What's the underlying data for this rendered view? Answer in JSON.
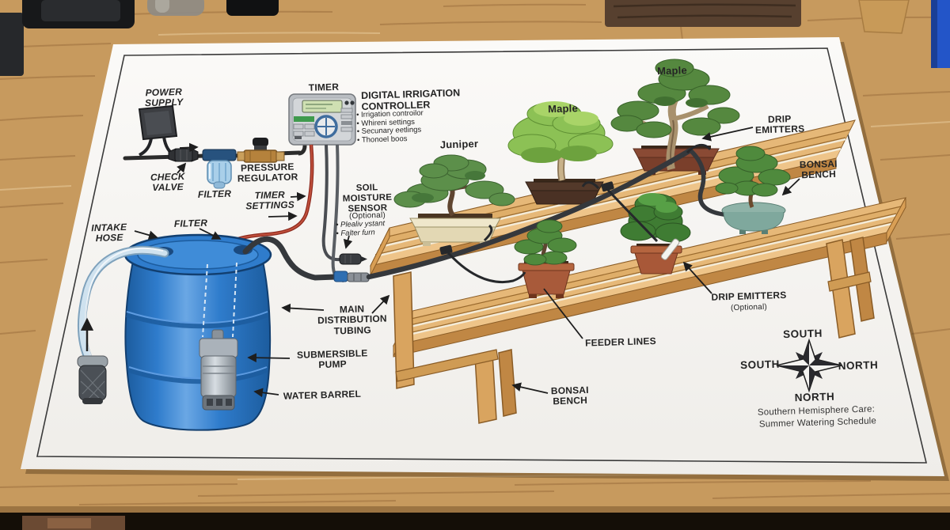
{
  "poster": {
    "system": {
      "power_supply": "POWER SUPPLY",
      "check_valve": "CHECK VALVE",
      "filter_inline": "FILTER",
      "pressure_regulator": "PRESSURE REGULATOR",
      "timer": "TIMER",
      "timer_settings": "TIMER SETTINGS",
      "controller_title": "DIGITAL IRRIGATION CONTROLLER",
      "controller_bullets": [
        "Irrigation controilor",
        "Whireni settings",
        "Secunary eetlings",
        "Thonoel boos"
      ],
      "soil_sensor_title": "SOIL MOISTURE SENSOR",
      "soil_sensor_optional": "(Optional)",
      "soil_sensor_bullets": [
        "Plealiv ystant",
        "Falter furn"
      ],
      "intake_hose": "INTAKE HOSE",
      "filter_barrel": "FILTER",
      "main_distribution_tubing": "MAIN DISTRIBUTION TUBING",
      "submersible_pump": "SUBMERSIBLE PUMP",
      "water_barrel": "WATER BARREL",
      "feeder_lines": "FEEDER LINES",
      "drip_emitters": "DRIP EMITTERS",
      "drip_emitters_optional_1": "DRIP EMITTERS",
      "drip_emitters_optional_2": "(Optional)",
      "bonsai_bench": "BONSAI BENCH",
      "bonsai_bench_2": "BONSAI BENCH"
    },
    "plants": [
      "Juniper",
      "Maple",
      "Maple"
    ],
    "compass": {
      "top": "SOUTH",
      "left": "SOUTH",
      "right": "NORTH",
      "bottom": "NORTH"
    },
    "footer_line1": "Southern Hemisphere Care:",
    "footer_line2": "Summer Watering Schedule"
  },
  "colors": {
    "paper": "#f7f6f3",
    "desk_wood": "#c79a5e",
    "barrel_blue": "#2f7ccc",
    "bench_wood": "#e6b878",
    "tubing_black": "#35383c",
    "power_wire_red": "#b5493a",
    "foliage_green": "#5c8f4a",
    "label_ink": "#242424"
  }
}
